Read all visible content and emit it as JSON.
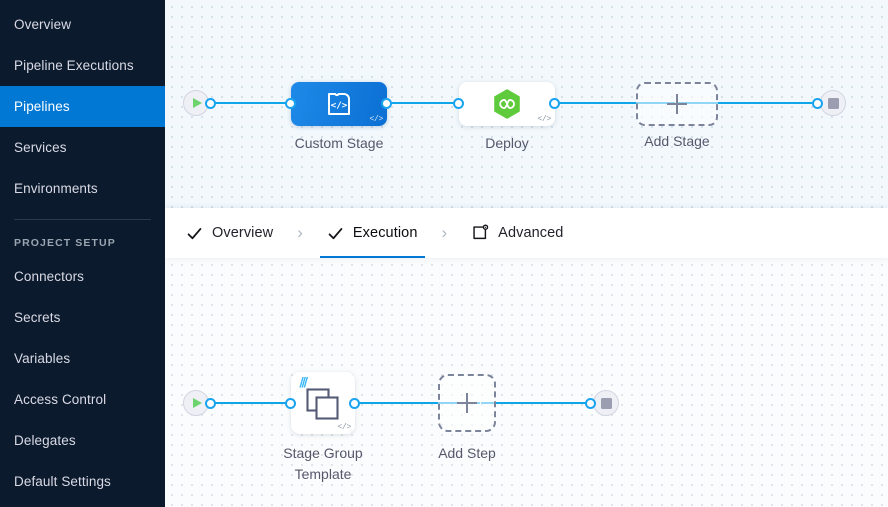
{
  "sidebar": {
    "items": [
      {
        "label": "Overview",
        "active": false
      },
      {
        "label": "Pipeline Executions",
        "active": false
      },
      {
        "label": "Pipelines",
        "active": true
      },
      {
        "label": "Services",
        "active": false
      },
      {
        "label": "Environments",
        "active": false
      }
    ],
    "section_label": "PROJECT SETUP",
    "setup_items": [
      {
        "label": "Connectors"
      },
      {
        "label": "Secrets"
      },
      {
        "label": "Variables"
      },
      {
        "label": "Access Control"
      },
      {
        "label": "Delegates"
      },
      {
        "label": "Default Settings"
      }
    ],
    "colors": {
      "bg": "#0b1a2d",
      "active_bg": "#0278d5",
      "text": "#d9dae5"
    }
  },
  "tabs": {
    "items": [
      {
        "label": "Overview",
        "icon": "check-icon",
        "active": false
      },
      {
        "label": "Execution",
        "icon": "check-icon",
        "active": true
      },
      {
        "label": "Advanced",
        "icon": "advanced-settings-icon",
        "active": false
      }
    ],
    "separator": "›",
    "active_color": "#0278d5"
  },
  "stage_canvas": {
    "start_node": "start-node",
    "end_node": "end-node",
    "nodes": [
      {
        "label": "Custom Stage",
        "icon": "custom-stage-icon",
        "badge": "</>",
        "type": "stage"
      },
      {
        "label": "Deploy",
        "icon": "deploy-cd-icon",
        "badge": "</>",
        "type": "stage"
      },
      {
        "label": "Add Stage",
        "icon": "plus-icon",
        "type": "add"
      }
    ]
  },
  "step_canvas": {
    "start_node": "start-node",
    "end_node": "end-node",
    "nodes": [
      {
        "label": "Stage Group\nTemplate",
        "icon": "stage-group-template-icon",
        "badge": "</>",
        "type": "step"
      },
      {
        "label": "Add Step",
        "icon": "plus-icon",
        "type": "add"
      }
    ]
  },
  "colors": {
    "edge": "#0ea5e9",
    "port": "#1aa3f0",
    "custom_stage": "#0b6fd3",
    "deploy_hex": "#5fcb3c",
    "play": "#6dd36d",
    "stop": "#9b9eb0",
    "dashed_border": "#7c849b"
  }
}
